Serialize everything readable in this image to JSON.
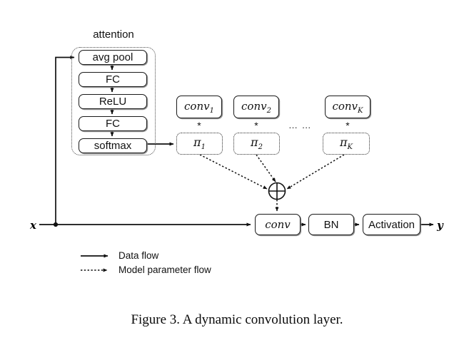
{
  "figure": {
    "caption": "Figure 3. A dynamic convolution layer.",
    "attention_label": "attention",
    "input_label": "x",
    "output_label": "y",
    "multiply_symbol": "*",
    "ellipsis": "… …",
    "sum_symbol": "⊕"
  },
  "attention_stack": [
    {
      "id": "avg-pool",
      "label": "avg pool"
    },
    {
      "id": "fc-1",
      "label": "FC"
    },
    {
      "id": "relu",
      "label": "ReLU"
    },
    {
      "id": "fc-2",
      "label": "FC"
    },
    {
      "id": "softmax",
      "label": "softmax"
    }
  ],
  "kernels": [
    {
      "id": "conv-1",
      "base": "conv",
      "sub": "1"
    },
    {
      "id": "conv-2",
      "base": "conv",
      "sub": "2"
    },
    {
      "id": "conv-k",
      "base": "conv",
      "sub": "K"
    }
  ],
  "attentions": [
    {
      "id": "pi-1",
      "base": "π",
      "sub": "1"
    },
    {
      "id": "pi-2",
      "base": "π",
      "sub": "2"
    },
    {
      "id": "pi-k",
      "base": "π",
      "sub": "K"
    }
  ],
  "pipeline": [
    {
      "id": "conv",
      "label": "conv",
      "italic": true
    },
    {
      "id": "bn",
      "label": "BN",
      "italic": false
    },
    {
      "id": "activation",
      "label": "Activation",
      "italic": false
    }
  ],
  "legend": [
    {
      "id": "data-flow",
      "label": "Data flow",
      "style": "solid"
    },
    {
      "id": "model-parameter-flow",
      "label": "Model parameter flow",
      "style": "dotted"
    }
  ],
  "colors": {
    "stroke": "#1a1a1a",
    "dotted_stroke": "#2b2b2b",
    "container": "#4a4a4a",
    "background": "#ffffff"
  }
}
